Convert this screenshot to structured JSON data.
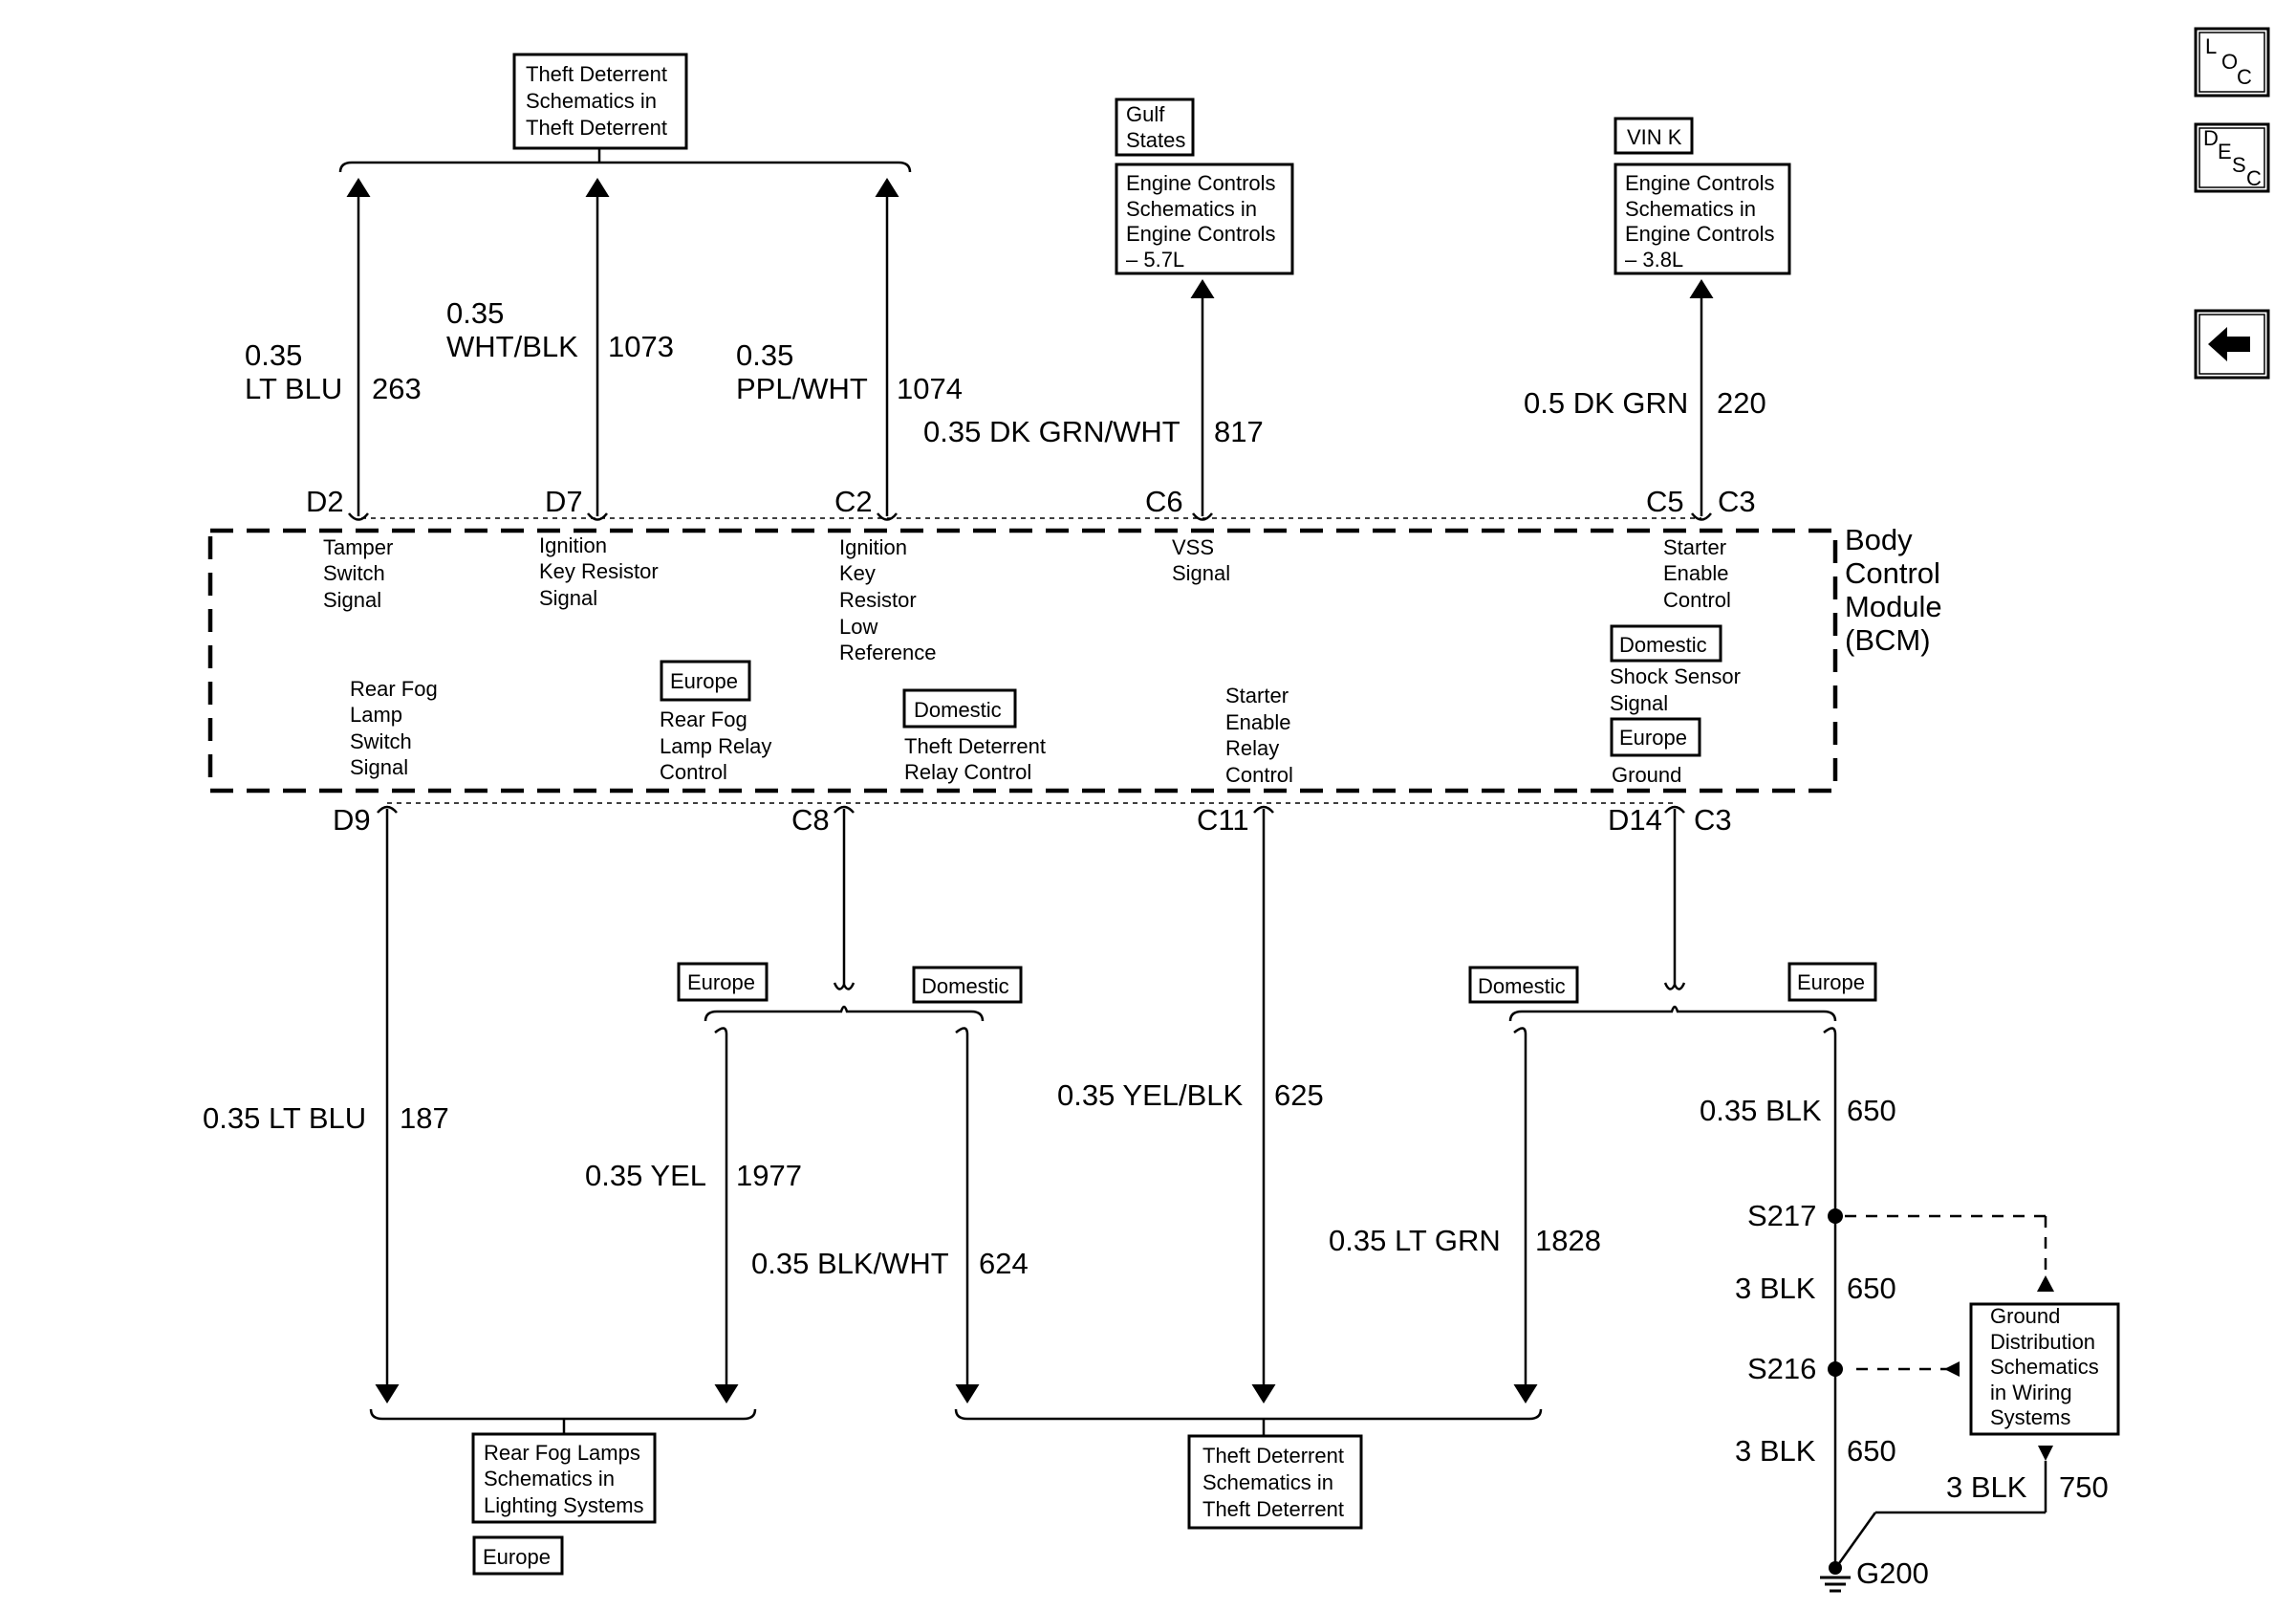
{
  "top_refs": {
    "theft_deterrent": [
      "Theft Deterrent",
      "Schematics in",
      "Theft Deterrent"
    ],
    "gulf_states": [
      "Gulf",
      "States"
    ],
    "engine_57": [
      "Engine Controls",
      "Schematics in",
      "Engine Controls",
      "– 5.7L"
    ],
    "vin_k": "VIN K",
    "engine_38": [
      "Engine Controls",
      "Schematics in",
      "Engine Controls",
      "– 3.8L"
    ]
  },
  "nav": {
    "loc": [
      "L",
      "O",
      "C"
    ],
    "desc": [
      "D",
      "E",
      "S",
      "C"
    ],
    "back": "back-arrow"
  },
  "top_wires": [
    {
      "size": "0.35",
      "color": "LT BLU",
      "circuit": "263",
      "pin": "D2",
      "signal": [
        "Tamper",
        "Switch",
        "Signal"
      ]
    },
    {
      "size": "0.35",
      "color": "WHT/BLK",
      "circuit": "1073",
      "pin": "D7",
      "signal": [
        "Ignition",
        "Key Resistor",
        "Signal"
      ]
    },
    {
      "size": "0.35",
      "color": "PPL/WHT",
      "circuit": "1074",
      "pin": "C2",
      "signal": [
        "Ignition",
        "Key",
        "Resistor",
        "Low",
        "Reference"
      ]
    },
    {
      "label": "0.35 DK GRN/WHT",
      "circuit": "817",
      "pin": "C6",
      "signal": [
        "VSS",
        "Signal"
      ]
    },
    {
      "label": "0.5 DK GRN",
      "circuit": "220",
      "pin": "C5",
      "connector": "C3",
      "signal": [
        "Starter",
        "Enable",
        "Control"
      ]
    }
  ],
  "module": {
    "name": [
      "Body",
      "Control",
      "Module",
      "(BCM)"
    ]
  },
  "inner_signals": {
    "rear_fog_switch": [
      "Rear Fog",
      "Lamp",
      "Switch",
      "Signal"
    ],
    "europe_tag": "Europe",
    "rear_fog_relay": [
      "Rear Fog",
      "Lamp Relay",
      "Control"
    ],
    "domestic_tag": "Domestic",
    "theft_relay": [
      "Theft Deterrent",
      "Relay Control"
    ],
    "starter_relay": [
      "Starter",
      "Enable",
      "Relay",
      "Control"
    ],
    "shock_sensor": [
      "Shock Sensor",
      "Signal"
    ],
    "ground": "Ground"
  },
  "bottom_pins": {
    "d9": "D9",
    "c8": "C8",
    "c11": "C11",
    "d14": "D14",
    "c3": "C3"
  },
  "option_tags": {
    "europe": "Europe",
    "domestic": "Domestic"
  },
  "bottom_wires": {
    "w187": {
      "label": "0.35 LT BLU",
      "circuit": "187"
    },
    "w1977": {
      "label": "0.35 YEL",
      "circuit": "1977"
    },
    "w624": {
      "label": "0.35 BLK/WHT",
      "circuit": "624"
    },
    "w625": {
      "label": "0.35 YEL/BLK",
      "circuit": "625"
    },
    "w1828": {
      "label": "0.35 LT GRN",
      "circuit": "1828"
    },
    "w650a": {
      "label": "0.35 BLK",
      "circuit": "650"
    },
    "w650b": {
      "label": "3 BLK",
      "circuit": "650"
    },
    "w650c": {
      "label": "3 BLK",
      "circuit": "650"
    },
    "w750": {
      "label": "3 BLK",
      "circuit": "750"
    }
  },
  "splices": {
    "s217": "S217",
    "s216": "S216",
    "g200": "G200"
  },
  "bottom_refs": {
    "rear_fog": [
      "Rear Fog Lamps",
      "Schematics in",
      "Lighting Systems"
    ],
    "rear_fog_tag": "Europe",
    "theft": [
      "Theft Deterrent",
      "Schematics in",
      "Theft Deterrent"
    ],
    "ground_dist": [
      "Ground",
      "Distribution",
      "Schematics",
      "in Wiring",
      "Systems"
    ]
  }
}
